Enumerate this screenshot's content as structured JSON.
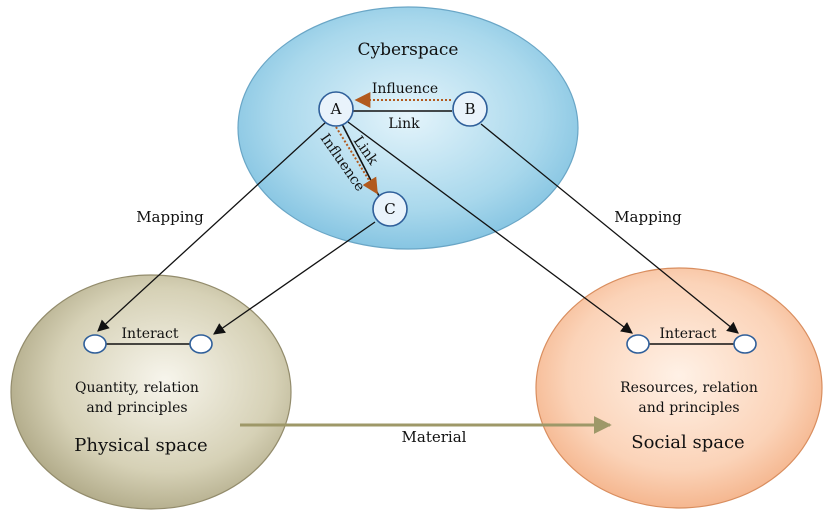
{
  "spaces": {
    "cyber": {
      "title": "Cyberspace"
    },
    "physical": {
      "desc_line1": "Quantity, relation",
      "desc_line2": "and principles",
      "title": "Physical space",
      "interact_label": "Interact"
    },
    "social": {
      "desc_line1": "Resources, relation",
      "desc_line2": "and principles",
      "title": "Social space",
      "interact_label": "Interact"
    }
  },
  "nodes": {
    "a": "A",
    "b": "B",
    "c": "C"
  },
  "edges": {
    "influence_ba": "Influence",
    "link_ab": "Link",
    "link_ac": "Link",
    "influence_ac": "Influence"
  },
  "mapping": {
    "left": "Mapping",
    "right": "Mapping"
  },
  "material": "Material",
  "colors": {
    "cyber_fill": "#a9d8ec",
    "physical_fill": "#cbc5a4",
    "social_fill": "#f7c3a0",
    "material_arrow": "#9e9868",
    "influence_arrow": "#b25a1e",
    "node_stroke": "#2f5f9a"
  }
}
